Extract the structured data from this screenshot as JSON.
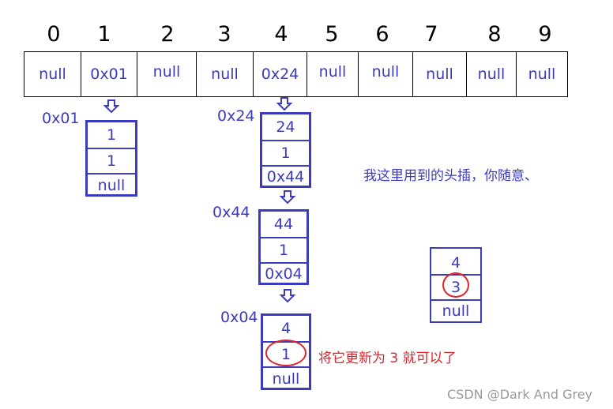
{
  "indices": [
    "0",
    "1",
    "2",
    "3",
    "4",
    "5",
    "6",
    "7",
    "8",
    "9"
  ],
  "table": [
    "null",
    "0x01",
    "null",
    "null",
    "0x24",
    "null",
    "null",
    "null",
    "null",
    "null"
  ],
  "nodes": [
    {
      "addr": "0x01",
      "fields": [
        "1",
        "1",
        "null"
      ]
    },
    {
      "addr": "0x24",
      "fields": [
        "24",
        "1",
        "0x44"
      ]
    },
    {
      "addr": "0x44",
      "fields": [
        "44",
        "1",
        "0x04"
      ]
    },
    {
      "addr": "0x04",
      "fields": [
        "4",
        "1",
        "null"
      ]
    },
    {
      "addr": "",
      "fields": [
        "4",
        "3",
        "null"
      ]
    }
  ],
  "notes": {
    "head_insert": "我这里用到的头插，你随意、",
    "update": "将它更新为 3 就可以了"
  },
  "watermark": "CSDN @Dark And Grey",
  "colors": {
    "node_blue": "#3b3bbf",
    "highlight_red": "#e0242a"
  }
}
